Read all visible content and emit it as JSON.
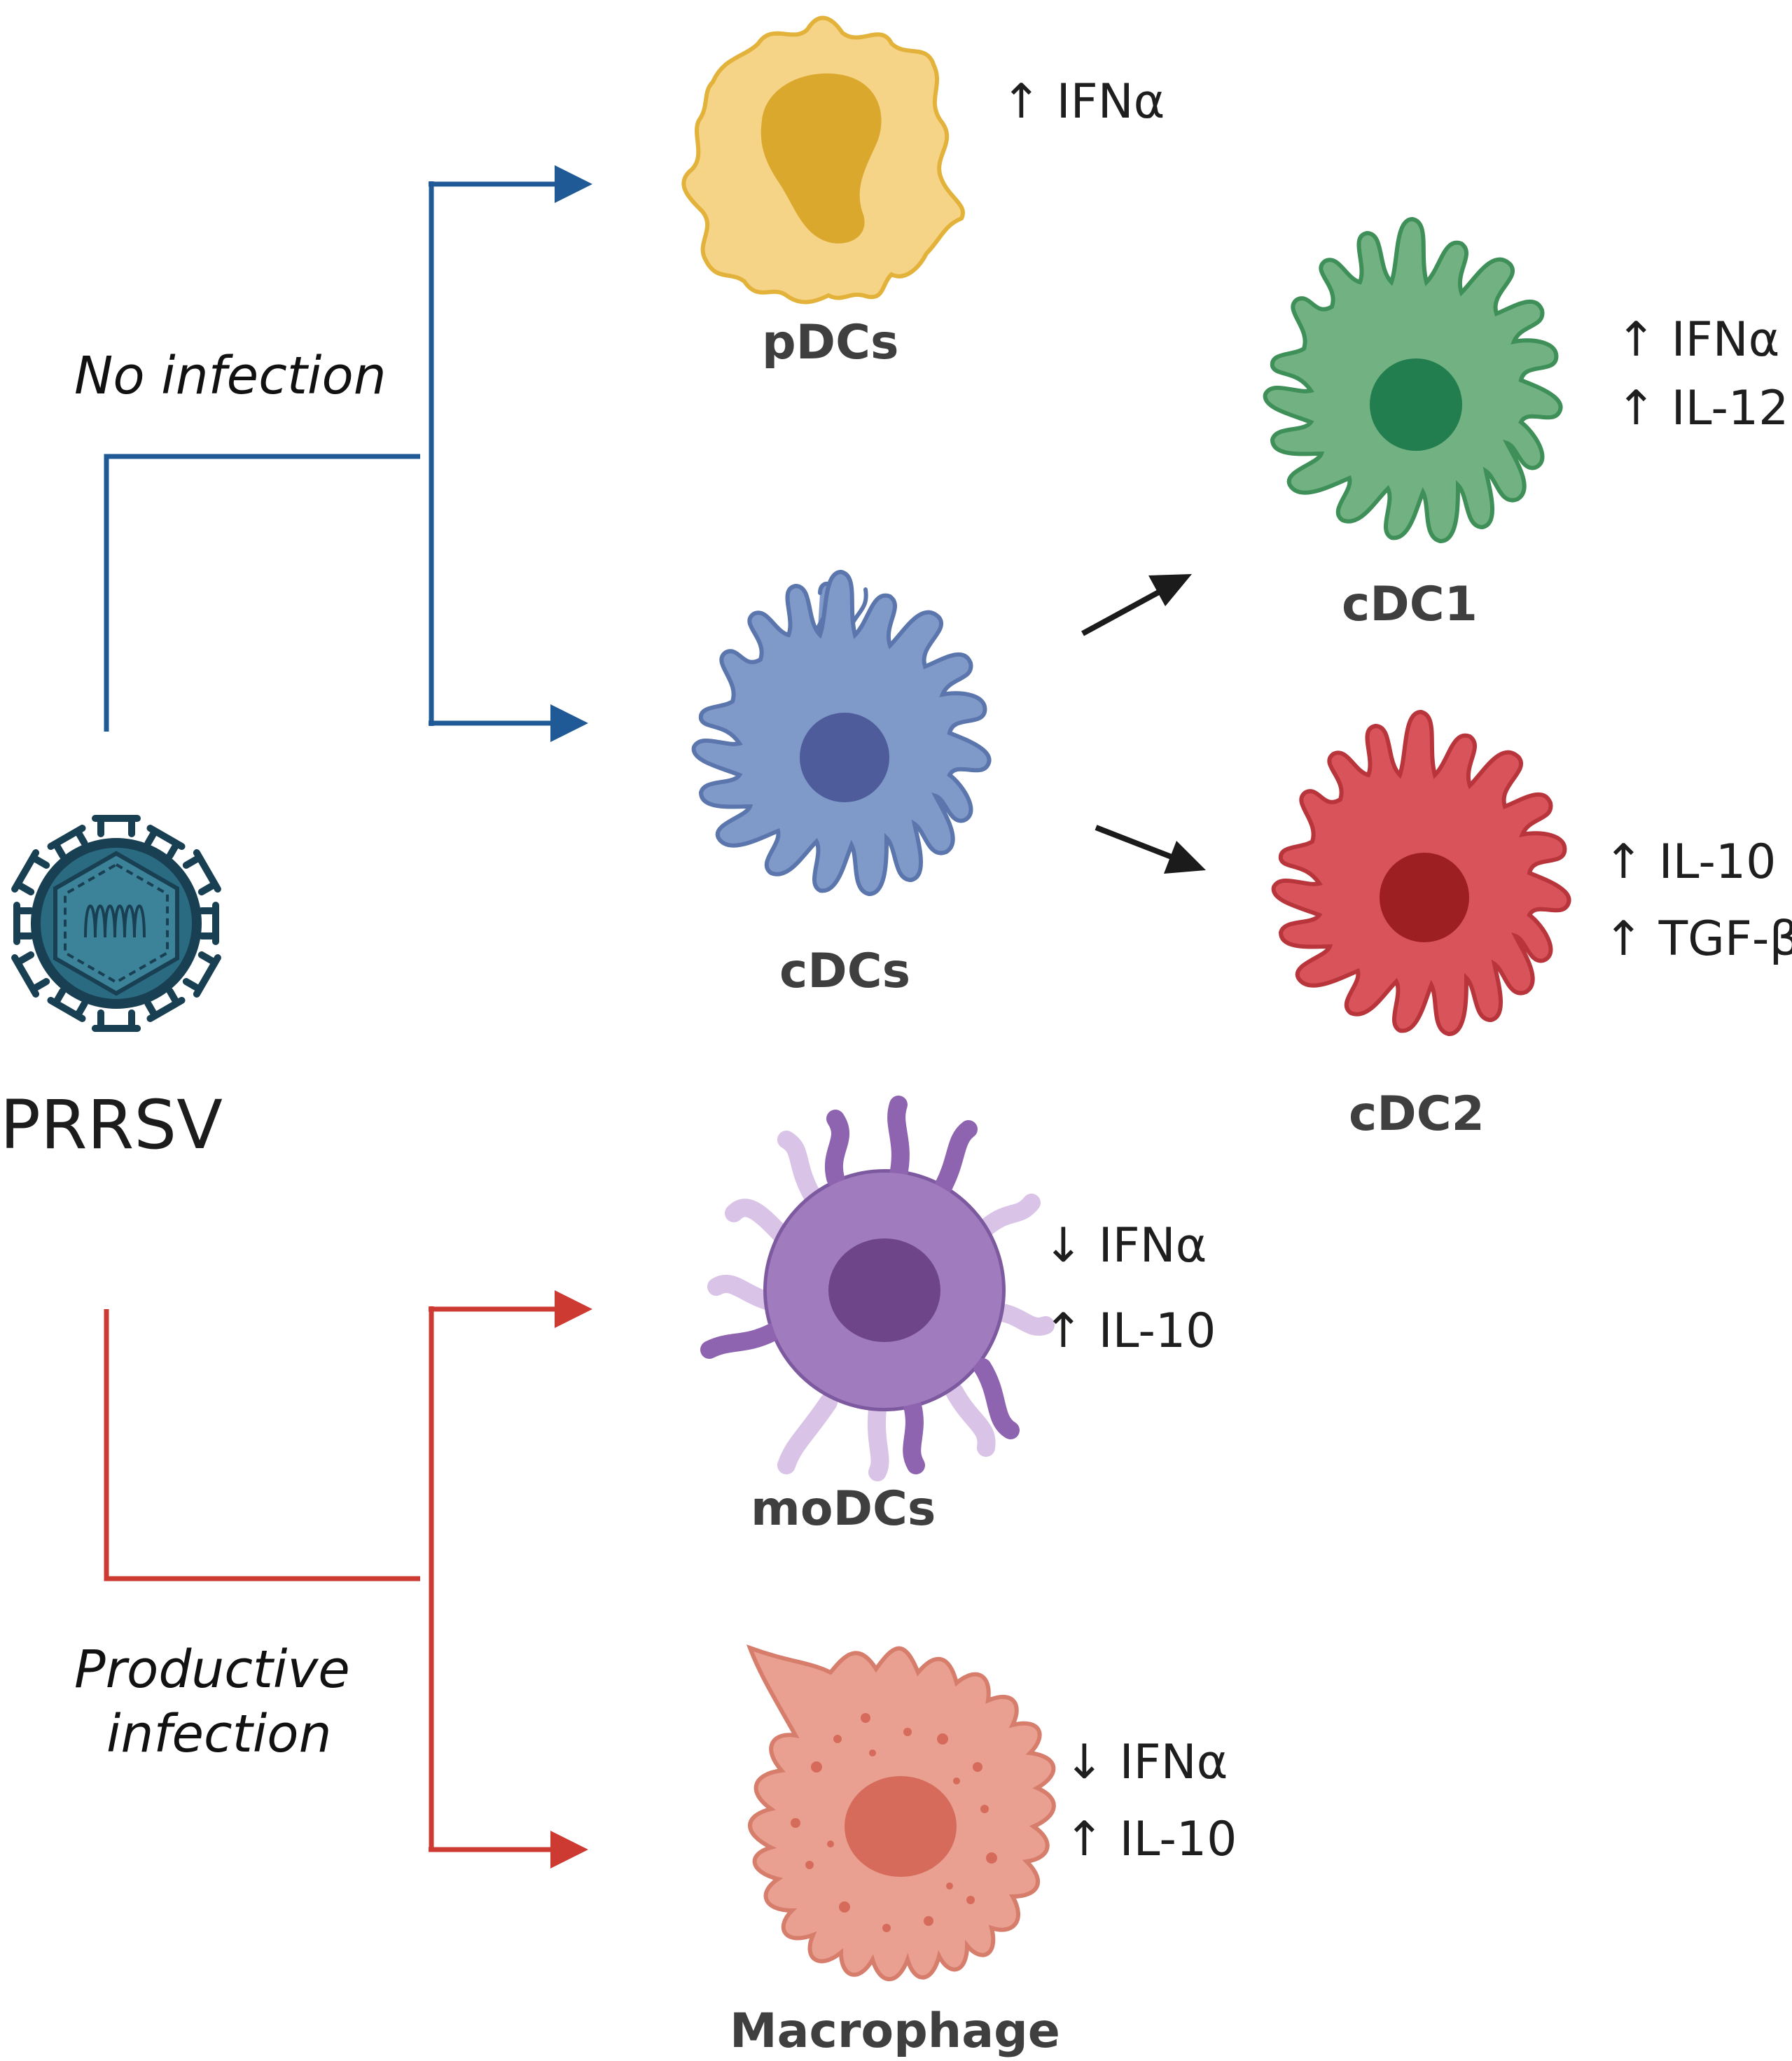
{
  "virus": {
    "name": "PRRSV"
  },
  "branches": {
    "no_infection": "No infection",
    "productive_infection_line1": "Productive",
    "productive_infection_line2": "infection"
  },
  "cells": {
    "pdcs": {
      "label": "pDCs",
      "cytokines": [
        "↑ IFNα"
      ]
    },
    "cdcs": {
      "label": "cDCs",
      "cytokines": []
    },
    "cdc1": {
      "label": "cDC1",
      "cytokines": [
        "↑ IFNα",
        "↑ IL-12"
      ]
    },
    "cdc2": {
      "label": "cDC2",
      "cytokines": [
        "↑ IL-10",
        "↑ TGF-β"
      ]
    },
    "modcs": {
      "label": "moDCs",
      "cytokines": [
        "↓ IFNα",
        "↑ IL-10"
      ]
    },
    "macrophage": {
      "label": "Macrophage",
      "cytokines": [
        "↓ IFNα",
        "↑ IL-10"
      ]
    }
  },
  "colors": {
    "no_infection_path": "#1f5a96",
    "infection_path": "#cc3a32",
    "pdc_body": "#f6d487",
    "pdc_nucleus": "#dba82e",
    "cdc_body": "#7f9ac9",
    "cdc_nucleus": "#4e5c9b",
    "cdc1_body": "#72b182",
    "cdc1_nucleus": "#237e4f",
    "cdc2_body": "#d9545a",
    "cdc2_nucleus": "#9e1f22",
    "modc_body": "#a07cbf",
    "modc_nucleus": "#6e4589",
    "macrophage_body": "#e9a091",
    "macrophage_nucleus": "#d66b5c",
    "virus": "#2d6f86"
  },
  "icons": [
    "virus-icon",
    "pdc-cell-icon",
    "cdc-cell-icon",
    "cdc1-cell-icon",
    "cdc2-cell-icon",
    "modc-cell-icon",
    "macrophage-cell-icon"
  ]
}
